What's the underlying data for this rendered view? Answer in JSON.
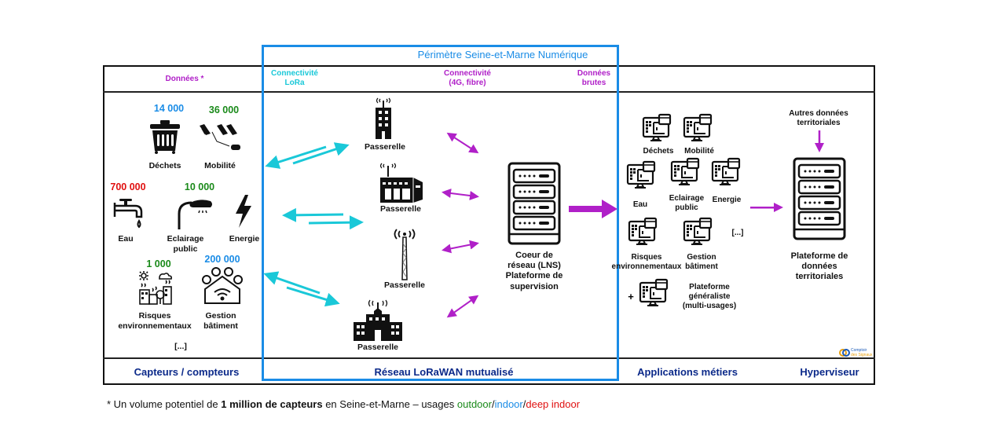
{
  "perimeter_title": "Périmètre Seine-et-Marne Numérique",
  "header": {
    "donnees": "Données *",
    "connectivite_lora_1": "Connectivité",
    "connectivite_lora_2": "LoRa",
    "connectivite_4g_1": "Connectivité",
    "connectivite_4g_2": "(4G, fibre)",
    "donnees_brutes_1": "Données",
    "donnees_brutes_2": "brutes"
  },
  "sensors": [
    {
      "count": "14 000",
      "label": "Déchets",
      "icon": "trash-bin-icon",
      "color": "#1a8ce6"
    },
    {
      "count": "36 000",
      "label": "Mobilité",
      "icon": "parking-cars-icon",
      "color": "#1a8a1a"
    },
    {
      "count": "700 000",
      "label": "Eau",
      "icon": "water-tap-icon",
      "color": "#e01010"
    },
    {
      "count": "10 000",
      "label_1": "Eclairage",
      "label_2": "public",
      "icon": "street-lamp-icon",
      "color": "#1a8a1a"
    },
    {
      "label": "Energie",
      "icon": "lightning-icon"
    },
    {
      "count": "1 000",
      "label_1": "Risques",
      "label_2": "environnementaux",
      "icon": "environment-city-icon",
      "color": "#1a8a1a"
    },
    {
      "count": "200 000",
      "label_1": "Gestion",
      "label_2": "bâtiment",
      "icon": "smart-home-icon",
      "color": "#1a8ce6"
    }
  ],
  "sensors_more": "[...]",
  "gateways": [
    {
      "label": "Passerelle",
      "icon": "tower-building-icon"
    },
    {
      "label": "Passerelle",
      "icon": "warehouse-icon"
    },
    {
      "label": "Passerelle",
      "icon": "antenna-mast-icon"
    },
    {
      "label": "Passerelle",
      "icon": "public-building-icon"
    }
  ],
  "core": {
    "line1": "Coeur de",
    "line2": "réseau (LNS)",
    "line3": "Plateforme de",
    "line4": "supervision"
  },
  "apps": [
    {
      "label": "Déchets"
    },
    {
      "label": "Mobilité"
    },
    {
      "label": "Eau"
    },
    {
      "label_1": "Eclairage",
      "label_2": "public"
    },
    {
      "label": "Energie"
    },
    {
      "label_1": "Risques",
      "label_2": "environnementaux"
    },
    {
      "label_1": "Gestion",
      "label_2": "bâtiment"
    }
  ],
  "apps_more": "[...]",
  "generalist": {
    "plus": "+",
    "line1": "Plateforme",
    "line2": "généraliste",
    "line3": "(multi-usages)"
  },
  "hypervisor": {
    "other_1": "Autres données",
    "other_2": "territoriales",
    "platform_1": "Plateforme de",
    "platform_2": "données",
    "platform_3": "territoriales"
  },
  "footer": {
    "capteurs": "Capteurs / compteurs",
    "reseau": "Réseau LoRaWAN mutualisé",
    "applications": "Applications métiers",
    "hyperviseur": "Hyperviseur"
  },
  "logo": {
    "text_1": "Comptoir",
    "text_2": "des Signaux"
  },
  "note": {
    "prefix": "* Un volume potentiel de ",
    "bold": "1 million de capteurs",
    "middle": " en Seine-et-Marne – usages ",
    "outdoor": "outdoor",
    "sep1": "/",
    "indoor": "indoor",
    "sep2": "/",
    "deep": "deep indoor"
  },
  "colors": {
    "perimeter_blue": "#1a8ce6",
    "lora_cyan": "#1ac8d8",
    "link_purple": "#b020c8",
    "footer_navy": "#0c2a8a",
    "outdoor_green": "#1a8a1a",
    "indoor_blue": "#1a8ce6",
    "deep_indoor_red": "#e01010"
  }
}
